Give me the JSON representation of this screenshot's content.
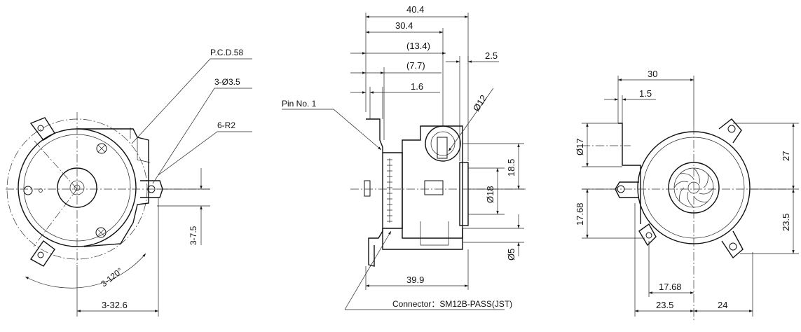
{
  "labels": {
    "pcd": "P.C.D.58",
    "holes": "3-Ø3.5",
    "radius": "6-R2",
    "offset": "3-7.5",
    "angle": "3-120°",
    "hole_span": "3-32.6",
    "pin": "Pin No. 1",
    "connector": "Connector：SM12B-PASS(JST)",
    "d40_4": "40.4",
    "d30_4": "30.4",
    "d13_4": "(13.4)",
    "d7_7": "(7.7)",
    "d1_6_side": "1.6",
    "d2_5": "2.5",
    "d12": "Ø12",
    "d18_5": "18.5",
    "d18": "Ø18",
    "d5": "Ø5",
    "d39_9": "39.9",
    "d30": "30",
    "d1_5": "1.5",
    "d17": "Ø17",
    "d27": "27",
    "d17_68_v": "17.68",
    "d23_5_v": "23.5",
    "d17_68_h": "17.68",
    "d23_5_h": "23.5",
    "d24": "24"
  }
}
